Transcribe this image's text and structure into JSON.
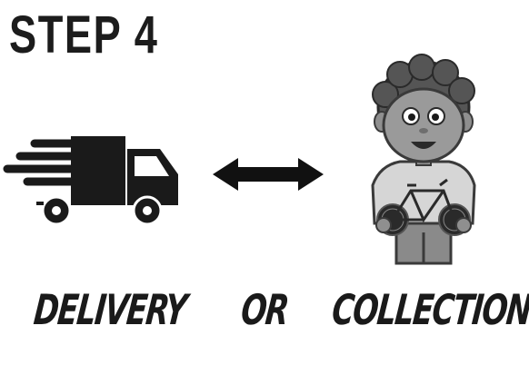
{
  "title": "STEP 4",
  "labels": {
    "delivery": "DELIVERY",
    "or": "OR",
    "collection": "COLLECTION"
  },
  "icons": {
    "left": "delivery-truck-icon",
    "middle": "double-arrow-icon",
    "right": "person-with-bicycle-illustration"
  },
  "colors": {
    "text": "#1a1a1a",
    "background": "#ffffff"
  }
}
